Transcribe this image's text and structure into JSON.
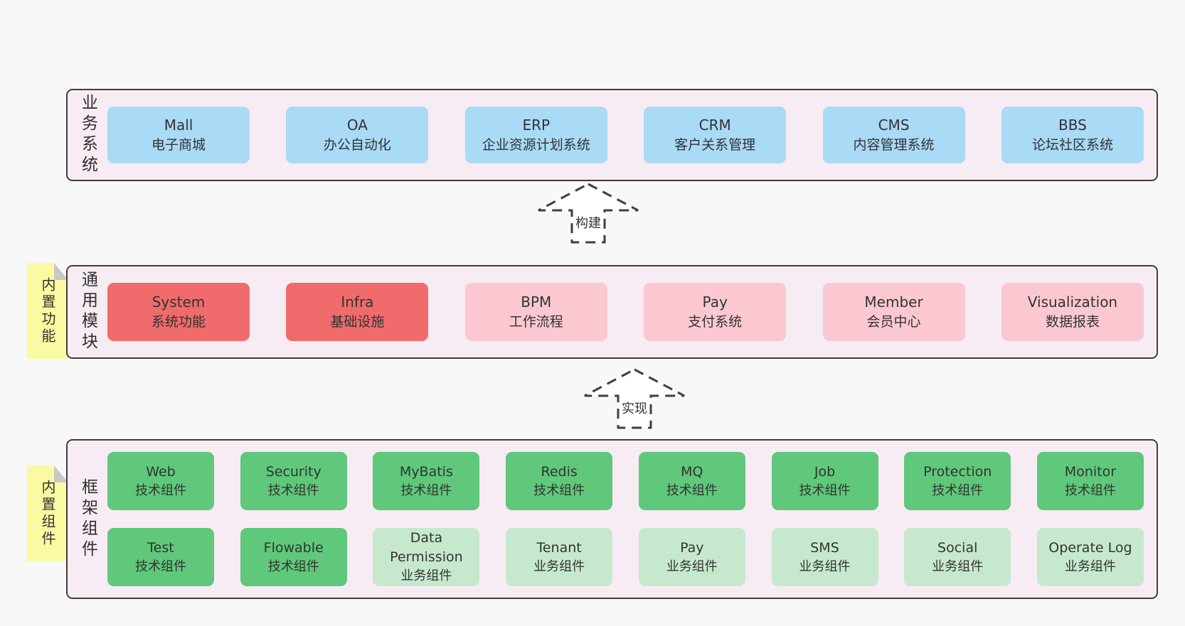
{
  "colors": {
    "page_bg": "#f8f8f8",
    "container_bg": "#f7ecf4",
    "container_border": "#3d3d3d",
    "business_box": "#a9daf6",
    "core_module_box": "#f06b6b",
    "module_box": "#fbc8d2",
    "tech_component_box": "#5fc87a",
    "biz_component_box": "#c6e9ce",
    "sticky_note": "#fafaa2"
  },
  "notes": {
    "features": "内置功能",
    "components": "内置组件"
  },
  "arrows": {
    "build": "构建",
    "implement": "实现"
  },
  "layers": {
    "business": {
      "label": "业务系统",
      "boxes": [
        {
          "title": "Mall",
          "subtitle": "电子商城"
        },
        {
          "title": "OA",
          "subtitle": "办公自动化"
        },
        {
          "title": "ERP",
          "subtitle": "企业资源计划系统"
        },
        {
          "title": "CRM",
          "subtitle": "客户关系管理"
        },
        {
          "title": "CMS",
          "subtitle": "内容管理系统"
        },
        {
          "title": "BBS",
          "subtitle": "论坛社区系统"
        }
      ]
    },
    "modules": {
      "label": "通用模块",
      "boxes": [
        {
          "title": "System",
          "subtitle": "系统功能"
        },
        {
          "title": "Infra",
          "subtitle": "基础设施"
        },
        {
          "title": "BPM",
          "subtitle": "工作流程"
        },
        {
          "title": "Pay",
          "subtitle": "支付系统"
        },
        {
          "title": "Member",
          "subtitle": "会员中心"
        },
        {
          "title": "Visualization",
          "subtitle": "数据报表"
        }
      ]
    },
    "framework": {
      "label": "框架组件",
      "rows": [
        [
          {
            "title": "Web",
            "subtitle": "技术组件"
          },
          {
            "title": "Security",
            "subtitle": "技术组件"
          },
          {
            "title": "MyBatis",
            "subtitle": "技术组件"
          },
          {
            "title": "Redis",
            "subtitle": "技术组件"
          },
          {
            "title": "MQ",
            "subtitle": "技术组件"
          },
          {
            "title": "Job",
            "subtitle": "技术组件"
          },
          {
            "title": "Protection",
            "subtitle": "技术组件"
          },
          {
            "title": "Monitor",
            "subtitle": "技术组件"
          }
        ],
        [
          {
            "title": "Test",
            "subtitle": "技术组件"
          },
          {
            "title": "Flowable",
            "subtitle": "技术组件"
          },
          {
            "title": "Data Permission",
            "subtitle": "业务组件"
          },
          {
            "title": "Tenant",
            "subtitle": "业务组件"
          },
          {
            "title": "Pay",
            "subtitle": "业务组件"
          },
          {
            "title": "SMS",
            "subtitle": "业务组件"
          },
          {
            "title": "Social",
            "subtitle": "业务组件"
          },
          {
            "title": "Operate Log",
            "subtitle": "业务组件"
          }
        ]
      ]
    }
  }
}
